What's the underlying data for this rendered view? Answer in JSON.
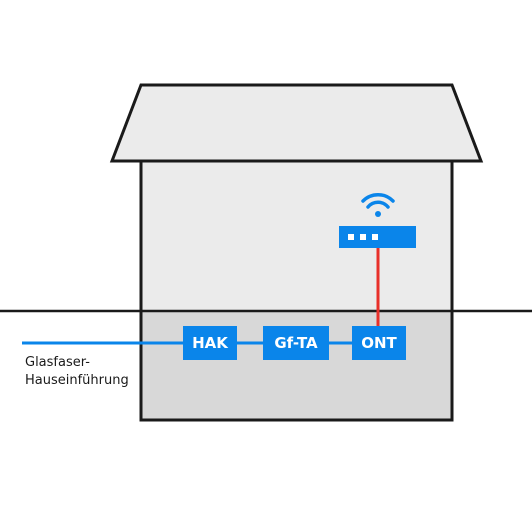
{
  "labels": {
    "hak": "HAK",
    "gfta": "Gf-TA",
    "ont": "ONT",
    "caption_line1": "Glasfaser-",
    "caption_line2": "Hauseinführung"
  },
  "icons": {
    "wifi": "wifi-icon",
    "router": "router-icon"
  },
  "colors": {
    "background": "#ffffff",
    "house_wall": "#ebebeb",
    "basement": "#d8d8d8",
    "outline": "#1a1a1a",
    "box_fill": "#0a85ea",
    "fiber_line": "#0a85ea",
    "ethernet_line": "#e8302a",
    "text": "#1a1a1a"
  }
}
